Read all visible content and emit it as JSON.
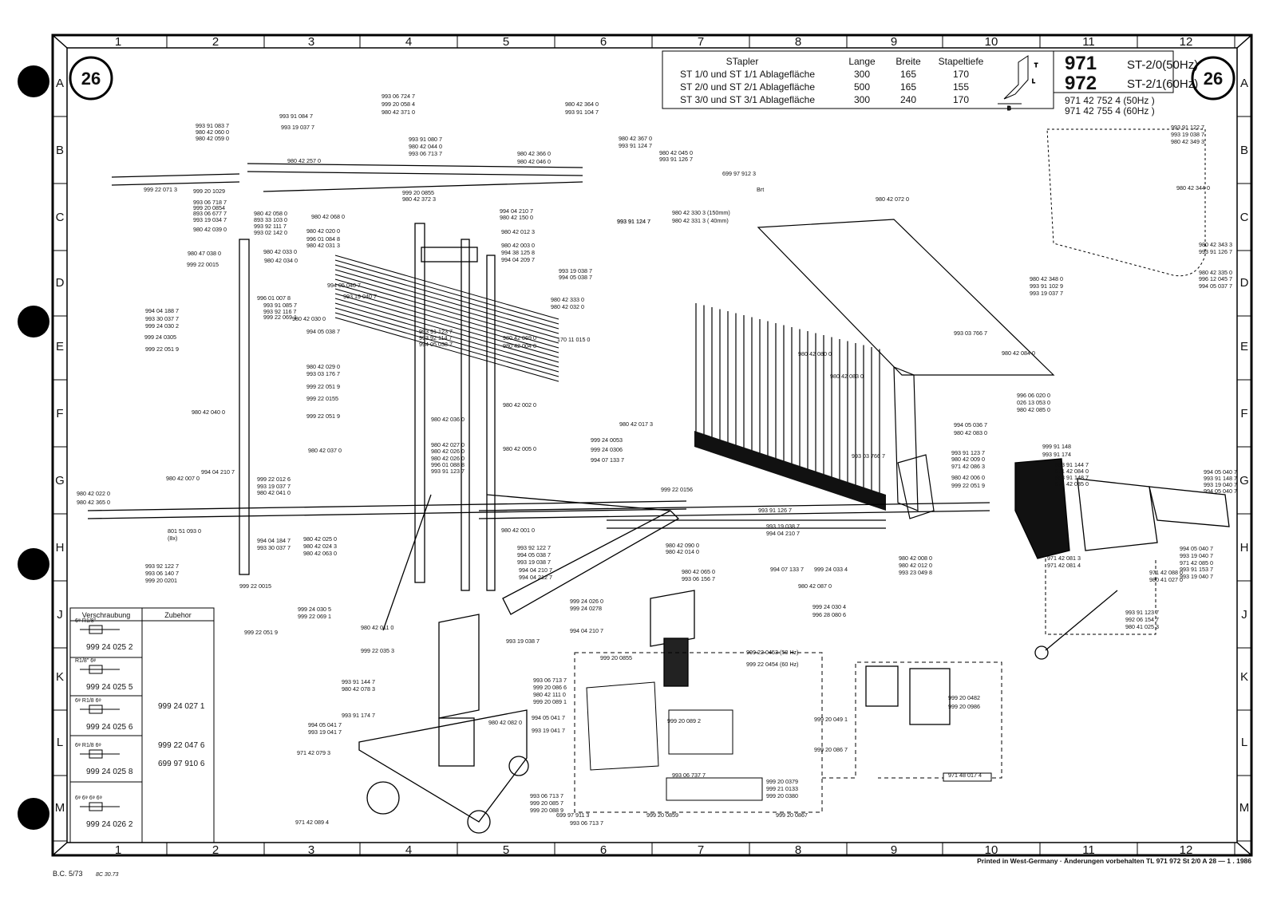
{
  "columns": [
    "1",
    "2",
    "3",
    "4",
    "5",
    "6",
    "7",
    "8",
    "9",
    "10",
    "11",
    "12"
  ],
  "rows": [
    "A",
    "B",
    "C",
    "D",
    "E",
    "F",
    "G",
    "H",
    "J",
    "K",
    "L",
    "M"
  ],
  "page_number": "26",
  "title_block": {
    "header": {
      "name": "STapler",
      "c1": "Lange",
      "c2": "Breite",
      "c3": "Stapeltiefe"
    },
    "rows": [
      {
        "name": "ST 1/0 und ST 1/1  Ablagefläche",
        "c1": "300",
        "c2": "165",
        "c3": "170"
      },
      {
        "name": "ST 2/0 und ST 2/1  Ablagefläche",
        "c1": "500",
        "c2": "165",
        "c3": "155"
      },
      {
        "name": "ST 3/0 und ST 3/1  Ablagefläche",
        "c1": "300",
        "c2": "240",
        "c3": "170"
      }
    ],
    "dims": {
      "b": "B",
      "t": "T",
      "l": "L"
    }
  },
  "model": {
    "n1": "971",
    "n2": "972",
    "d1": "ST-2/0(50Hz)",
    "d2": "ST-2/1(60Hz)",
    "p1": "971 42 752 4 (50Hz )",
    "p2": "971 42 755 4 (60Hz )"
  },
  "verschraubung": {
    "header_left": "Verschraubung",
    "header_right": "Zubehor",
    "fittings": [
      {
        "part": "999 24 025 2",
        "marks": "6ᵠ   R1/8\""
      },
      {
        "part": "999 24 025 5",
        "marks": "R1/8\"  6ᵠ"
      },
      {
        "part": "999 24 025 6",
        "marks": "6ᵠ  R1/8  6ᵠ"
      },
      {
        "part": "999 24 025 8",
        "marks": "6ᵠ  R1/8  6ᵠ"
      },
      {
        "part": "999 24 026 2",
        "marks": "6ᵠ  6ᵠ  6ᵠ  6ᵠ"
      }
    ],
    "accessories": [
      "999 24 027 1",
      "999 22 047 6",
      "699 97 910 6"
    ]
  },
  "footer": {
    "left": "B.C. 5/73",
    "left_note": "8C 30.73",
    "right": "Printed in West-Germany  ·  Änderungen vorbehalten TL 971 972 St 2/0 A 28  — 1 . 1986"
  },
  "labels": [
    {
      "t": "993 06 724 7"
    },
    {
      "t": "999 20 058 4"
    },
    {
      "t": "980 42 371 0"
    },
    {
      "t": "980 42 364 0"
    },
    {
      "t": "993 91 104 7"
    },
    {
      "t": "993 91 084 7"
    },
    {
      "t": "993 19 037 7"
    },
    {
      "t": "993 91 083 7"
    },
    {
      "t": "980 42 060 0"
    },
    {
      "t": "980 42 059 0"
    },
    {
      "t": "993 91 080 7"
    },
    {
      "t": "980 42 044 0"
    },
    {
      "t": "993 06 713 7"
    },
    {
      "t": "980 42 257 0"
    },
    {
      "t": "980 42 366 0"
    },
    {
      "t": "980 42 046 0"
    },
    {
      "t": "980 42 367 0"
    },
    {
      "t": "993 91 124 7"
    },
    {
      "t": "980 42 045 0"
    },
    {
      "t": "993 91 126 7"
    },
    {
      "t": "999 22 071 3"
    },
    {
      "t": "999 20 1029"
    },
    {
      "t": "999 20 0855"
    },
    {
      "t": "980 42 372 3"
    },
    {
      "t": "699 97 912 3"
    },
    {
      "t": "Brt"
    },
    {
      "t": "993 91 124 7"
    },
    {
      "t": "993 06 718 7"
    },
    {
      "t": "999 20 0854"
    },
    {
      "t": "893 06 677 7"
    },
    {
      "t": "980 42 058 0"
    },
    {
      "t": "893 33 103 0"
    },
    {
      "t": "993 19 034 7"
    },
    {
      "t": "993 92 111 7"
    },
    {
      "t": "993 02 142 0"
    },
    {
      "t": "980 42 039 0"
    },
    {
      "t": "980 42 068 0"
    },
    {
      "t": "994 04 210 7"
    },
    {
      "t": "980 42 150 0"
    },
    {
      "t": "980 42 330 3 (150mm)"
    },
    {
      "t": "980 42 331 3 ( 40mm)"
    },
    {
      "t": "993 91 124 7"
    },
    {
      "t": "980 42 072 0"
    },
    {
      "t": "980 42 020 0"
    },
    {
      "t": "996 01 084 8"
    },
    {
      "t": "980 42 031 3"
    },
    {
      "t": "980 42 012 3"
    },
    {
      "t": "980 42 003 0"
    },
    {
      "t": "994 38 125 8"
    },
    {
      "t": "994 04 209 7"
    },
    {
      "t": "980 47 038 0"
    },
    {
      "t": "980 42 033 0"
    },
    {
      "t": "980 42 034 0"
    },
    {
      "t": "999 22 0015"
    },
    {
      "t": "994 05 040 7"
    },
    {
      "t": "993 19 038 7"
    },
    {
      "t": "994 05 038 7"
    },
    {
      "t": "980 42 333 0"
    },
    {
      "t": "980 42 032 0"
    },
    {
      "t": "996 01 007 8"
    },
    {
      "t": "993 91 085 7"
    },
    {
      "t": "993 92 116 7"
    },
    {
      "t": "999 22 069 1"
    },
    {
      "t": "993 19 040 7"
    },
    {
      "t": "980 42 030 0"
    },
    {
      "t": "994 04 188 7"
    },
    {
      "t": "993 30 037 7"
    },
    {
      "t": "999 24 030 2"
    },
    {
      "t": "999 24 0305"
    },
    {
      "t": "994 05 038 7"
    },
    {
      "t": "993 91 123 7"
    },
    {
      "t": "993 92 114 7"
    },
    {
      "t": "994 05 038 7"
    },
    {
      "t": "980 42 069 0"
    },
    {
      "t": "980 42 004 0"
    },
    {
      "t": "170 11 015 0"
    },
    {
      "t": "999 22 051 9"
    },
    {
      "t": "980 42 029 0"
    },
    {
      "t": "993 03 176 7"
    },
    {
      "t": "999 22 051 9"
    },
    {
      "t": "999 22 0155"
    },
    {
      "t": "980 42 080 0"
    },
    {
      "t": "980 42 083 0"
    },
    {
      "t": "993 03 766 7"
    },
    {
      "t": "980 42 084 0"
    },
    {
      "t": "980 42 040 0"
    },
    {
      "t": "980 42 002 0"
    },
    {
      "t": "999 22 051 9"
    },
    {
      "t": "980 42 036 0"
    },
    {
      "t": "980 42 017 3"
    },
    {
      "t": "996 06 020 0"
    },
    {
      "t": "026 13 053 0"
    },
    {
      "t": "980 42 085 0"
    },
    {
      "t": "994 05 036 7"
    },
    {
      "t": "980 42 083 0"
    },
    {
      "t": "980 42 037 0"
    },
    {
      "t": "980 42 027 0"
    },
    {
      "t": "980 42 026 0"
    },
    {
      "t": "980 42 026 0"
    },
    {
      "t": "996 01 088 8"
    },
    {
      "t": "993 91 123 7"
    },
    {
      "t": "999 24 0053"
    },
    {
      "t": "999 24 0306"
    },
    {
      "t": "994 07 133 7"
    },
    {
      "t": "980 42 005 0"
    },
    {
      "t": "993 03 766 7"
    },
    {
      "t": "993 91 123 7"
    },
    {
      "t": "980 42 009 0"
    },
    {
      "t": "971 42 086 3"
    },
    {
      "t": "980 42 006 0"
    },
    {
      "t": "999 22 051 9"
    },
    {
      "t": "999 91 148"
    },
    {
      "t": "993 91 174"
    },
    {
      "t": "993 91 144 7"
    },
    {
      "t": "971 42 084 0"
    },
    {
      "t": "993 91 148 7"
    },
    {
      "t": "971 42 085 0"
    },
    {
      "t": "994 05 040 7"
    },
    {
      "t": "993 91 148 7"
    },
    {
      "t": "993 19 040 7"
    },
    {
      "t": "994 05 040 7"
    },
    {
      "t": "980 42 022 0"
    },
    {
      "t": "980 42 365 0"
    },
    {
      "t": "980 42 007 0"
    },
    {
      "t": "994 04 210 7"
    },
    {
      "t": "999 22 012 6"
    },
    {
      "t": "993 19 037 7"
    },
    {
      "t": "980 42 041 0"
    },
    {
      "t": "999 22 0156"
    },
    {
      "t": "993 91 126 7"
    },
    {
      "t": "801 51 093 0"
    },
    {
      "t": "(8x)"
    },
    {
      "t": "994 04 184 7"
    },
    {
      "t": "993 30 037 7"
    },
    {
      "t": "980 42 025 0"
    },
    {
      "t": "980 42 024 3"
    },
    {
      "t": "980 42 063 0"
    },
    {
      "t": "980 42 001 0"
    },
    {
      "t": "993 92 122 7"
    },
    {
      "t": "994 05 038 7"
    },
    {
      "t": "993 19 038 7"
    },
    {
      "t": "980 42 090 0"
    },
    {
      "t": "980 42 014 0"
    },
    {
      "t": "993 19 038 7"
    },
    {
      "t": "994 04 210 7"
    },
    {
      "t": "980 42 008 0"
    },
    {
      "t": "980 42 012 0"
    },
    {
      "t": "993 23 049 8"
    },
    {
      "t": "971 42 081 3"
    },
    {
      "t": "971 42 081 4"
    },
    {
      "t": "994 05 040 7"
    },
    {
      "t": "993 19 040 7"
    },
    {
      "t": "971 42 085 0"
    },
    {
      "t": "993 91 153 7"
    },
    {
      "t": "993 19 040 7"
    },
    {
      "t": "993 92 122 7"
    },
    {
      "t": "993 06 140 7"
    },
    {
      "t": "999 20 0201"
    },
    {
      "t": "999 22 0015"
    },
    {
      "t": "994 04 210 7"
    },
    {
      "t": "994 04 212 7"
    },
    {
      "t": "980 42 065 0"
    },
    {
      "t": "993 06 156 7"
    },
    {
      "t": "994 07 133 7"
    },
    {
      "t": "999 24 033 4"
    },
    {
      "t": "980 42 087 0"
    },
    {
      "t": "971 42 088 0"
    },
    {
      "t": "980 41 027 0"
    },
    {
      "t": "999 24 030 5"
    },
    {
      "t": "999 22 069 1"
    },
    {
      "t": "999 24 026 0"
    },
    {
      "t": "999 24 0278"
    },
    {
      "t": "999 24 030 4"
    },
    {
      "t": "996 28 080 6"
    },
    {
      "t": "993 91 123 7"
    },
    {
      "t": "992 06 154 7"
    },
    {
      "t": "980 41 025 3"
    },
    {
      "t": "999 22 051 9"
    },
    {
      "t": "980 42 011 0"
    },
    {
      "t": "994 04 210 7"
    },
    {
      "t": "993 19 038 7"
    },
    {
      "t": "999 22 035 3"
    },
    {
      "t": "999 22 0453 (50 Hz)"
    },
    {
      "t": "999 22 0454 (60 Hz)"
    },
    {
      "t": "999 20 0855"
    },
    {
      "t": "993 91 144 7"
    },
    {
      "t": "980 42 078 3"
    },
    {
      "t": "993 06 713 7"
    },
    {
      "t": "999 20 086 6"
    },
    {
      "t": "980 42 111 0"
    },
    {
      "t": "999 20 089 1"
    },
    {
      "t": "993 91 174 7"
    },
    {
      "t": "980 42 082 0"
    },
    {
      "t": "994 05 041 7"
    },
    {
      "t": "994 05 041 7"
    },
    {
      "t": "993 19 041 7"
    },
    {
      "t": "993 19 041 7"
    },
    {
      "t": "971 42 079 3"
    },
    {
      "t": "999 20 089 2"
    },
    {
      "t": "999 20 0482"
    },
    {
      "t": "999 20 0986"
    },
    {
      "t": "999 20 049 1"
    },
    {
      "t": "999 20 086 7"
    },
    {
      "t": "971 48 017 4"
    },
    {
      "t": "993 06 737 7"
    },
    {
      "t": "999 20 0379"
    },
    {
      "t": "999 21 0133"
    },
    {
      "t": "999 20 0380"
    },
    {
      "t": "993 06 713 7"
    },
    {
      "t": "999 20 085 7"
    },
    {
      "t": "999 20 088 9"
    },
    {
      "t": "699 97 911 3"
    },
    {
      "t": "993 06 713 7"
    },
    {
      "t": "999 20 0859"
    },
    {
      "t": "999 20 0867"
    },
    {
      "t": "971 42 089 4"
    },
    {
      "t": "993 91 122 7"
    },
    {
      "t": "993 19 038 7"
    },
    {
      "t": "980 42 349 3"
    },
    {
      "t": "980 42 344 0"
    },
    {
      "t": "980 42 343 3"
    },
    {
      "t": "993 91 126 7"
    },
    {
      "t": "980 42 335 0"
    },
    {
      "t": "996 12 045 7"
    },
    {
      "t": "994 05 037 7"
    },
    {
      "t": "980 42 348 0"
    },
    {
      "t": "993 91 102 9"
    },
    {
      "t": "993 19 037 7"
    }
  ]
}
